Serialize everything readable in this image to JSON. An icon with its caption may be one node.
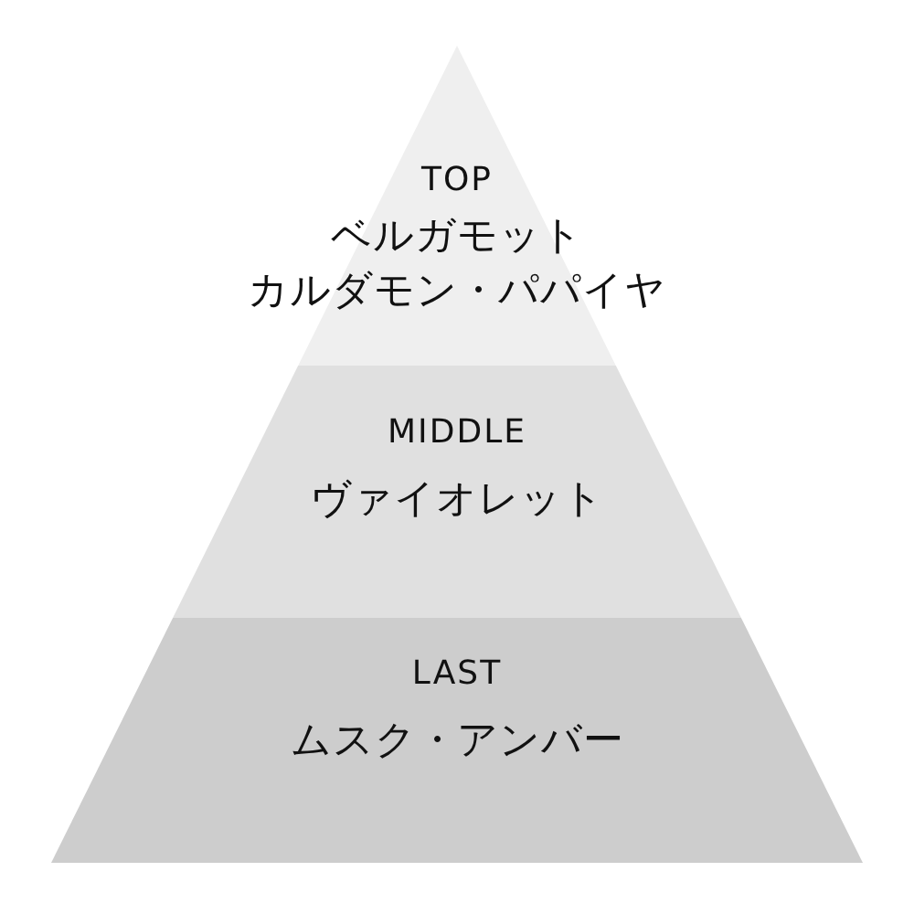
{
  "diagram": {
    "nodes": [
      {
        "text": [
          "TOP",
          "ベルガモット",
          "カルダモン・パパイヤ"
        ]
      },
      {
        "text": [
          "MIDDLE",
          "ヴァイオレット"
        ]
      },
      {
        "text": [
          "LAST",
          "ムスク・アンバー"
        ]
      }
    ]
  }
}
